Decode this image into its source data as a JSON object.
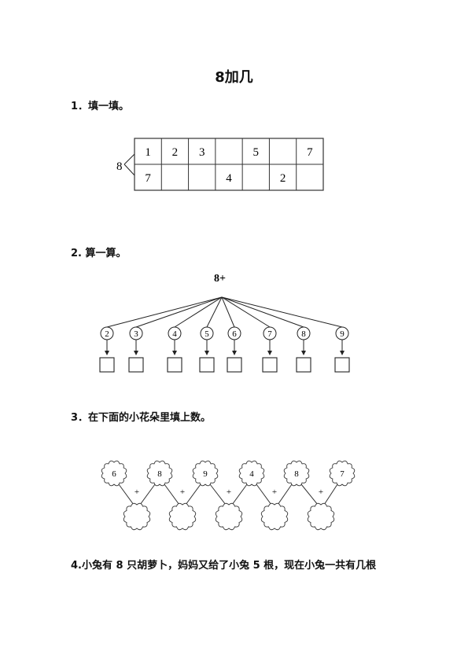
{
  "title": "8加几",
  "q1": {
    "label": "1．填一填。",
    "root": "8",
    "top_row": [
      "1",
      "2",
      "3",
      "",
      "5",
      "",
      "7"
    ],
    "bottom_row": [
      "7",
      "",
      "",
      "4",
      "",
      "2",
      ""
    ]
  },
  "q2": {
    "label": "2. 算一算。",
    "root": "8+",
    "addends": [
      "2",
      "3",
      "4",
      "5",
      "6",
      "7",
      "8",
      "9"
    ]
  },
  "q3": {
    "label": "3．在下面的小花朵里填上数。",
    "flowers": [
      "6",
      "8",
      "9",
      "4",
      "8",
      "7"
    ],
    "operator": "+"
  },
  "q4": {
    "label": "4.小兔有 8 只胡萝卜，妈妈又给了小兔 5 根，现在小兔一共有几根"
  }
}
